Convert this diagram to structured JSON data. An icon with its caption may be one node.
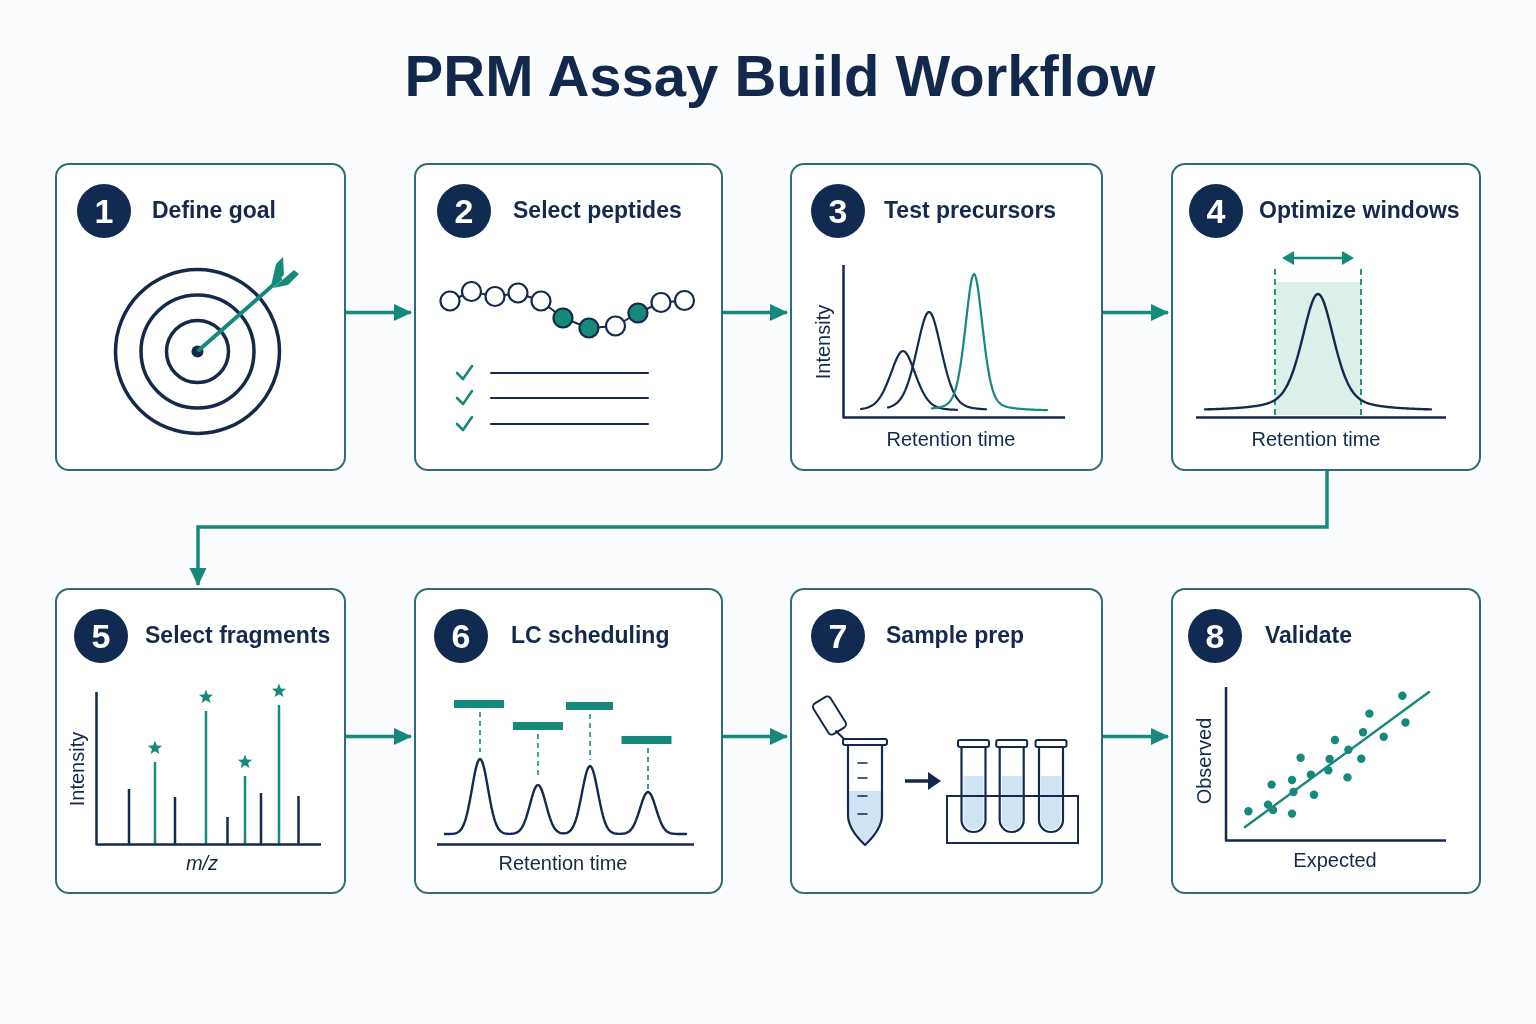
{
  "diagram": {
    "title": "PRM Assay Build Workflow",
    "nodes": [
      {
        "text": [
          "Define goal"
        ]
      },
      {
        "text": [
          "1"
        ],
        "in": 0
      },
      {
        "text": [
          "Select peptides"
        ]
      },
      {
        "text": [
          "2"
        ],
        "in": 2
      },
      {
        "text": [
          "Test precursors"
        ]
      },
      {
        "text": [
          "3"
        ],
        "in": 4
      },
      {
        "text": [
          "Optimize windows"
        ]
      },
      {
        "text": [
          "4"
        ],
        "in": 6
      },
      {
        "text": [
          "Select fragments"
        ]
      },
      {
        "text": [
          "5"
        ],
        "in": 8
      },
      {
        "text": [
          "LC scheduling"
        ]
      },
      {
        "text": [
          "6"
        ],
        "in": 10
      },
      {
        "text": [
          "Sample prep"
        ]
      },
      {
        "text": [
          "7"
        ],
        "in": 12
      },
      {
        "text": [
          "Validate"
        ]
      },
      {
        "text": [
          "8"
        ],
        "in": 14
      }
    ],
    "edges": [
      {
        "from": 0,
        "to": 2,
        "arrow": "to"
      },
      {
        "from": 2,
        "to": 4,
        "arrow": "to"
      },
      {
        "from": 4,
        "to": 6,
        "arrow": "to"
      },
      {
        "from": 6,
        "to": 8,
        "arrow": "to"
      },
      {
        "from": 8,
        "to": 10,
        "arrow": "to"
      },
      {
        "from": 10,
        "to": 12,
        "arrow": "to"
      },
      {
        "from": 12,
        "to": 14,
        "arrow": "to"
      }
    ],
    "labels": [
      "Intensity",
      "Retention time",
      "Retention time",
      "Intensity",
      "m/z",
      "Retention time",
      "Observed",
      "Expected"
    ]
  }
}
